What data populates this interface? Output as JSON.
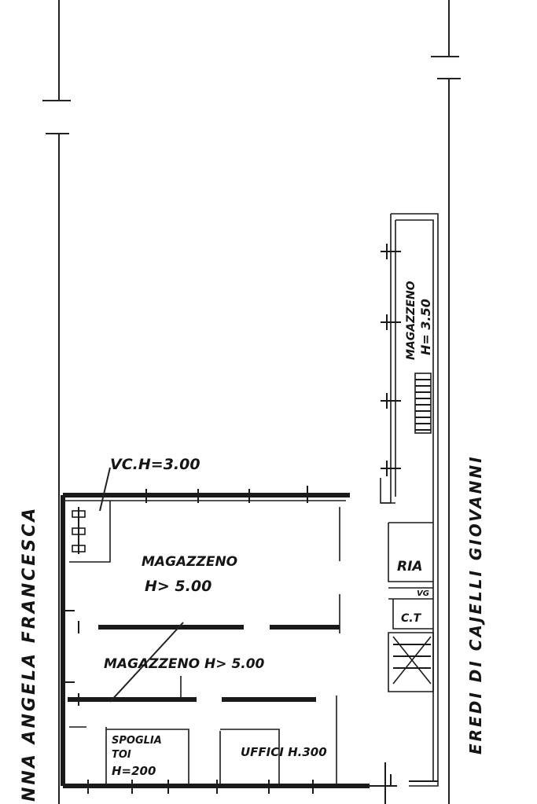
{
  "labels": {
    "wc": "VC.H=3.00",
    "magazzeno_top_line1": "MAGAZZENO",
    "magazzeno_top_line2": "H> 5.00",
    "magazzeno_mid": "MAGAZZENO H> 5.00",
    "spogliatoi_line1": "SPOGLIA",
    "spogliatoi_line2": "TOI",
    "spogliatoi_line3": "H=200",
    "uffici": "UFFICI H.300",
    "magazzeno_right_line1": "MAGAZZENO",
    "magazzeno_right_line2": "H= 3.50",
    "ria": "RIA",
    "vg": "VG",
    "ct": "C.T",
    "left_neighbor": "NNA ANGELA FRANCESCA",
    "right_neighbor": "EREDI DI CAJELLI GIOVANNI"
  }
}
